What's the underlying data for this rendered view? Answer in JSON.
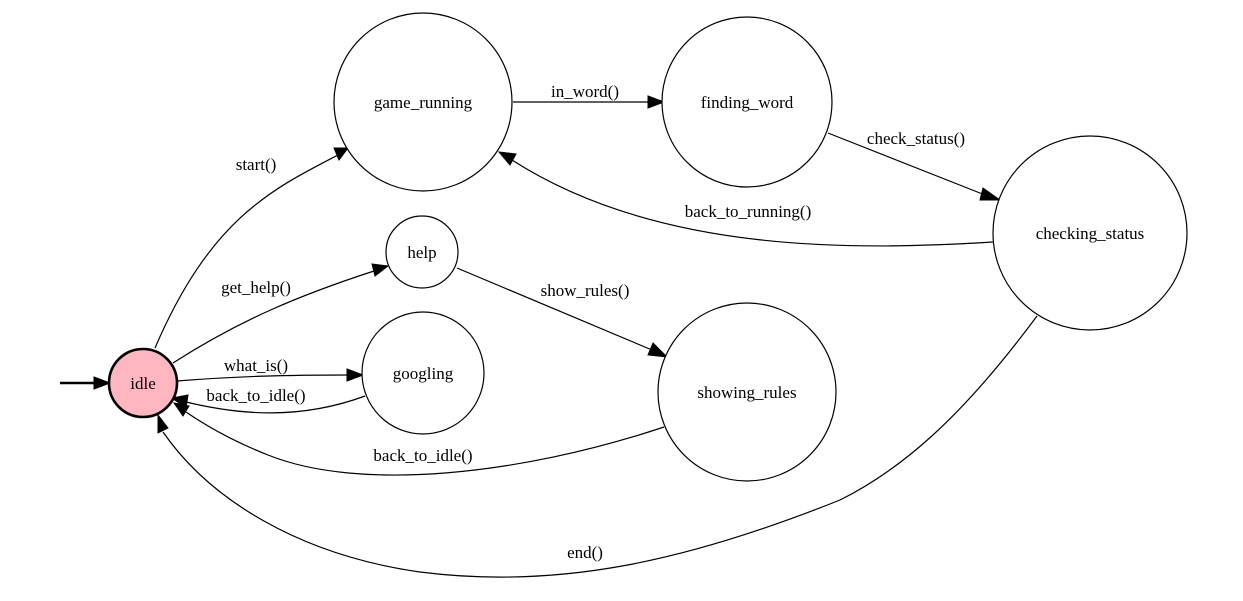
{
  "diagram": {
    "type": "state-machine",
    "initial_state": "idle",
    "colors": {
      "initial_fill": "#ffb6c1",
      "node_fill": "#ffffff",
      "stroke": "#000000"
    },
    "states": {
      "idle": "idle",
      "game_running": "game_running",
      "finding_word": "finding_word",
      "checking_status": "checking_status",
      "help": "help",
      "googling": "googling",
      "showing_rules": "showing_rules"
    },
    "transitions": {
      "start": {
        "from": "idle",
        "to": "game_running",
        "label": "start()"
      },
      "in_word": {
        "from": "game_running",
        "to": "finding_word",
        "label": "in_word()"
      },
      "check_status": {
        "from": "finding_word",
        "to": "checking_status",
        "label": "check_status()"
      },
      "back_to_running": {
        "from": "checking_status",
        "to": "game_running",
        "label": "back_to_running()"
      },
      "get_help": {
        "from": "idle",
        "to": "help",
        "label": "get_help()"
      },
      "show_rules": {
        "from": "help",
        "to": "showing_rules",
        "label": "show_rules()"
      },
      "what_is": {
        "from": "idle",
        "to": "googling",
        "label": "what_is()"
      },
      "back_to_idle_googling": {
        "from": "googling",
        "to": "idle",
        "label": "back_to_idle()"
      },
      "back_to_idle_rules": {
        "from": "showing_rules",
        "to": "idle",
        "label": "back_to_idle()"
      },
      "end": {
        "from": "checking_status",
        "to": "idle",
        "label": "end()"
      }
    }
  }
}
